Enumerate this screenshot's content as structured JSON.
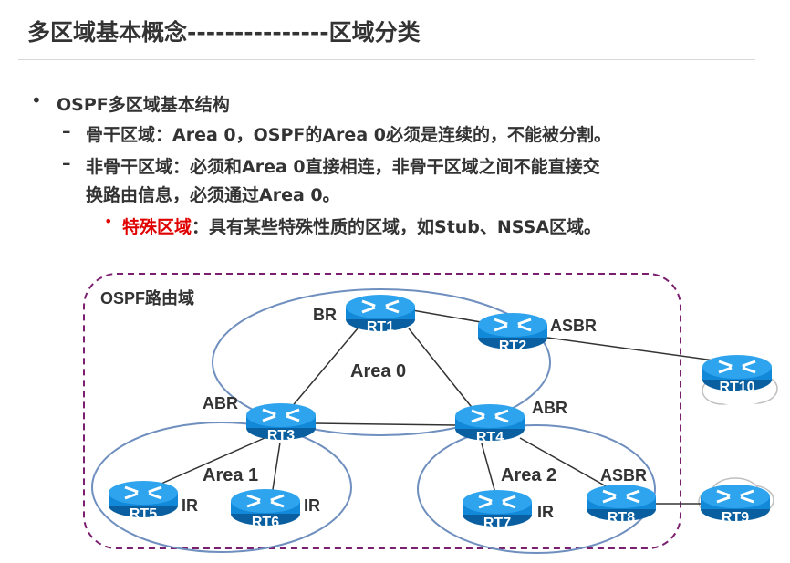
{
  "title": "多区域基本概念---------------区域分类",
  "bullets": {
    "b1": "OSPF多区域基本结构",
    "b2": "骨干区域：Area 0，OSPF的Area 0必须是连续的，不能被分割。",
    "b3_line1": "非骨干区域：必须和Area 0直接相连，非骨干区域之间不能直接交",
    "b3_line2": "换路由信息，必须通过Area 0。",
    "b4_red": "特殊区域",
    "b4_rest": "：具有某些特殊性质的区域，如Stub、NSSA区域。"
  },
  "diagram": {
    "domain_label": "OSPF路由域",
    "areas": [
      "Area 0",
      "Area 1",
      "Area 2"
    ],
    "role_labels": {
      "br": "BR",
      "asbr_top": "ASBR",
      "abr_left": "ABR",
      "abr_right": "ABR",
      "asbr_bottom": "ASBR",
      "ir5": "IR",
      "ir6": "IR",
      "ir7": "IR"
    },
    "routers": [
      "RT1",
      "RT2",
      "RT3",
      "RT4",
      "RT5",
      "RT6",
      "RT7",
      "RT8",
      "RT9",
      "RT10"
    ]
  },
  "colors": {
    "router": "#1188d8",
    "router_dark": "#0a5fa0",
    "domain_border": "#7a1e6e",
    "area_border": "#6f8fbf",
    "red": "#e00000"
  }
}
